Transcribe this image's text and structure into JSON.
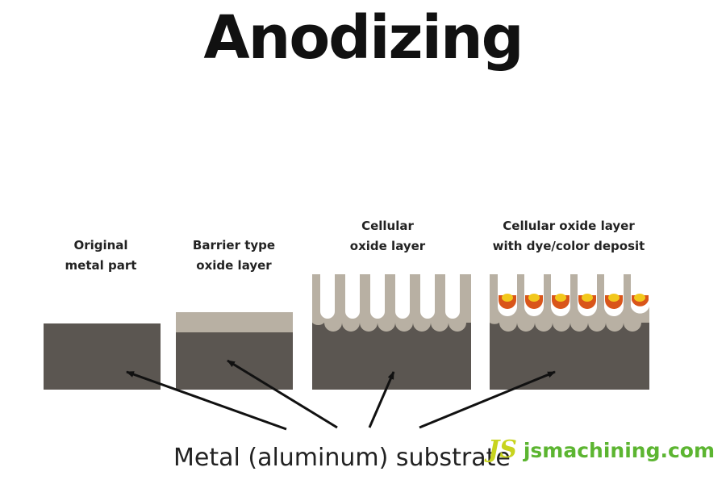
{
  "title": "Anodizing",
  "stages": [
    {
      "id": "original",
      "label_lines": [
        "Original",
        "metal part"
      ]
    },
    {
      "id": "barrier",
      "label_lines": [
        "Barrier type",
        "oxide layer"
      ]
    },
    {
      "id": "cellular",
      "label_lines": [
        "Cellular",
        "oxide layer"
      ]
    },
    {
      "id": "dyed",
      "label_lines": [
        "Cellular oxide layer",
        "with dye/color deposit"
      ]
    }
  ],
  "substrate_label": "Metal (aluminum) substrate",
  "watermark": {
    "logo": "JS",
    "text": "jsmachining.com"
  },
  "colors": {
    "substrate": "#5b5651",
    "oxide": "#b8b0a3",
    "dye_outer": "#d9551a",
    "dye_inner": "#f2c81c",
    "watermark_green": "#5cb531",
    "logo_yellow": "#c8d41e"
  },
  "icons": [
    "arrow-icon"
  ]
}
